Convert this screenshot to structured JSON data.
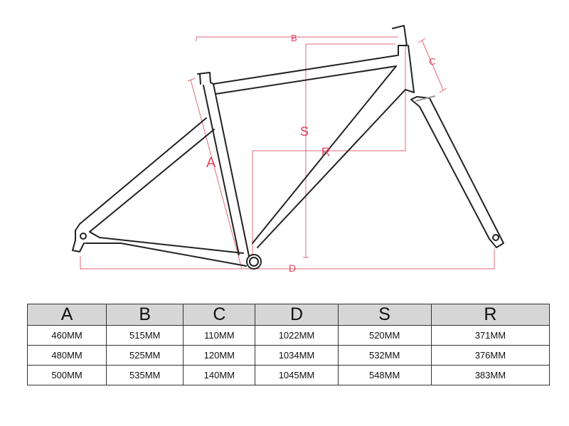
{
  "diagram": {
    "labels": {
      "a": "A",
      "b": "B",
      "c": "C",
      "d": "D",
      "s": "S",
      "r": "R"
    },
    "colors": {
      "frame": "#222222",
      "dimension": "#e06a78",
      "label": "#e0405a"
    }
  },
  "table": {
    "headers": [
      "A",
      "B",
      "C",
      "D",
      "S",
      "R"
    ],
    "rows": [
      [
        "460MM",
        "515MM",
        "110MM",
        "1022MM",
        "520MM",
        "371MM"
      ],
      [
        "480MM",
        "525MM",
        "120MM",
        "1034MM",
        "532MM",
        "376MM"
      ],
      [
        "500MM",
        "535MM",
        "140MM",
        "1045MM",
        "548MM",
        "383MM"
      ]
    ],
    "header_bg": "#d6d6d6"
  }
}
